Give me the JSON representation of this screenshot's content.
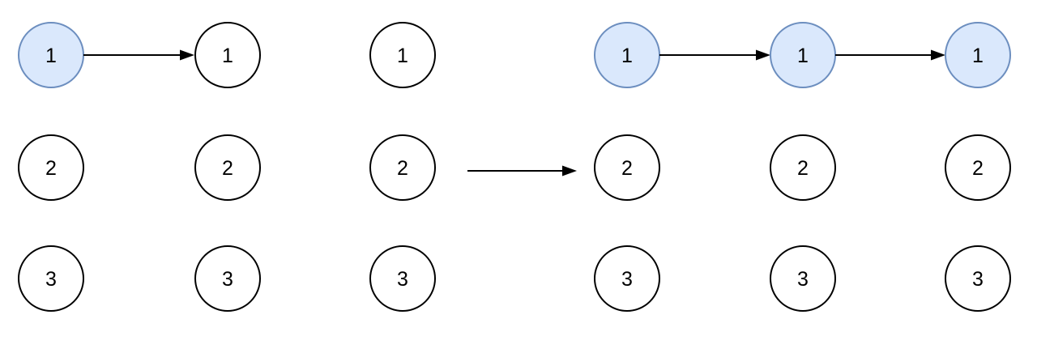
{
  "colors": {
    "background": "#ffffff",
    "node_fill": "#ffffff",
    "node_stroke": "#000000",
    "highlighted_fill": "#dae8fc",
    "highlighted_stroke": "#6c8ebf",
    "arrow": "#000000",
    "label": "#000000"
  },
  "labels": {
    "c1": [
      "1",
      "2",
      "3"
    ],
    "c2": [
      "1",
      "2",
      "3"
    ],
    "c3": [
      "1",
      "2",
      "3"
    ],
    "c4": [
      "1",
      "2",
      "3"
    ],
    "c5": [
      "1",
      "2",
      "3"
    ],
    "c6": [
      "1",
      "2",
      "3"
    ]
  },
  "highlighted_nodes": [
    "c1-r1",
    "c4-r1",
    "c5-r1",
    "c6-r1"
  ],
  "edges": [
    {
      "from": "c1-r1",
      "to": "c2-r1"
    },
    {
      "from": "c4-r1",
      "to": "c5-r1"
    },
    {
      "from": "c5-r1",
      "to": "c6-r1"
    }
  ],
  "transform_arrow": {
    "from": "left-group",
    "to": "right-group"
  }
}
